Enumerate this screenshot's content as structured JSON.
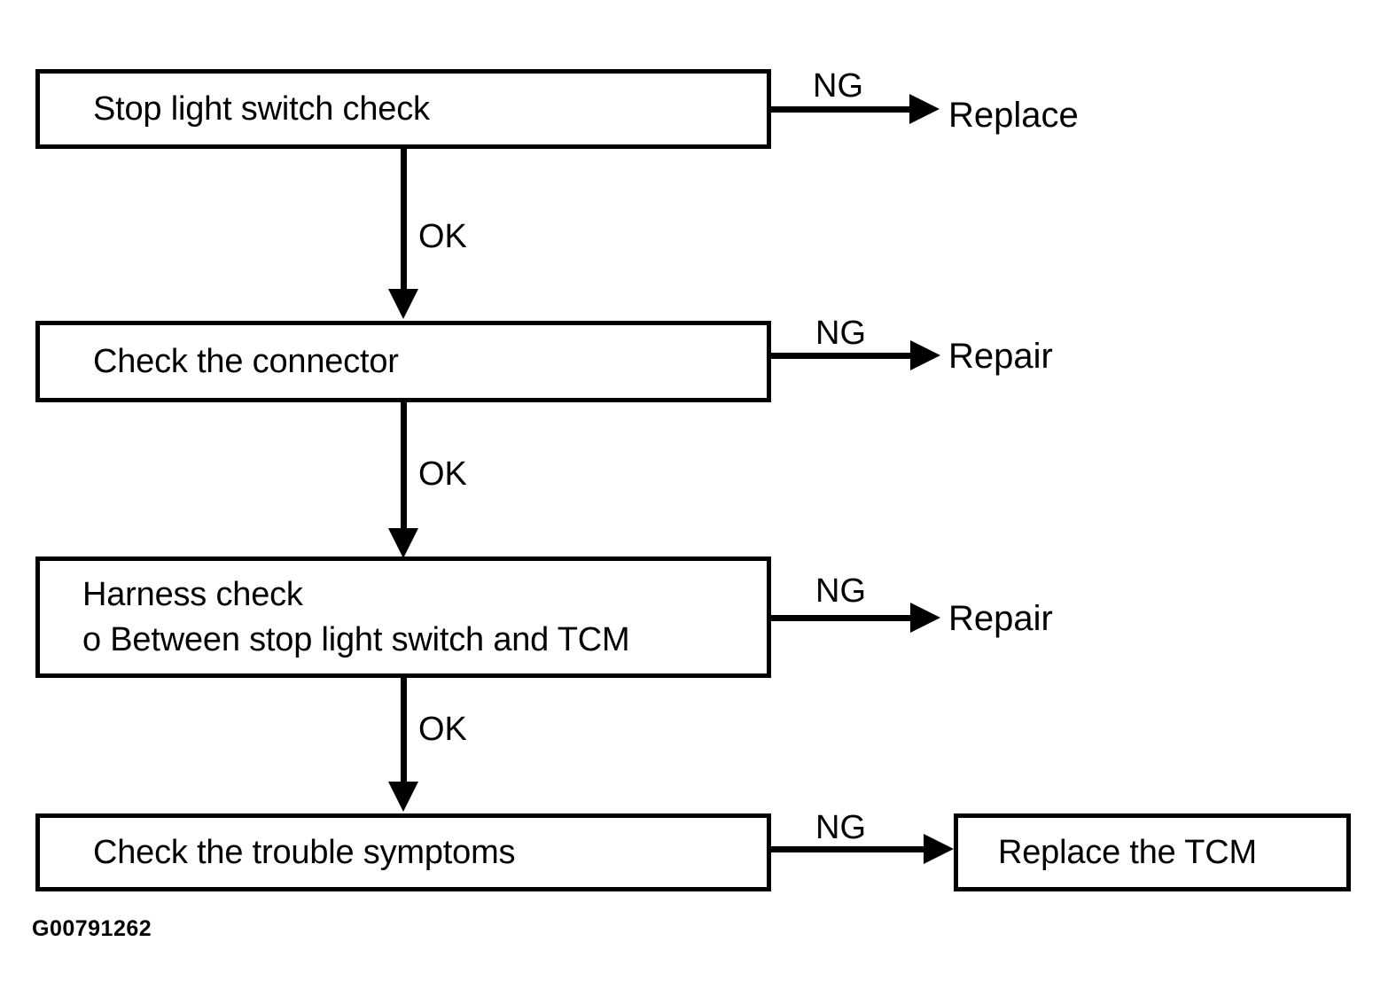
{
  "figure": {
    "id_code": "G00791262",
    "type": "troubleshooting-flowchart"
  },
  "nodes": [
    {
      "key": "stop_light_switch_check",
      "label": "Stop light switch check"
    },
    {
      "key": "check_the_connector",
      "label": "Check the connector"
    },
    {
      "key": "harness_check_title",
      "label": "Harness check"
    },
    {
      "key": "harness_check_detail",
      "label": "o Between stop light switch and TCM"
    },
    {
      "key": "check_trouble_symptoms",
      "label": "Check the trouble symptoms"
    },
    {
      "key": "replace_the_tcm",
      "label": "Replace the TCM"
    }
  ],
  "branch_labels": {
    "ng_1": "NG",
    "ng_2": "NG",
    "ng_3": "NG",
    "ng_4": "NG",
    "ok_1": "OK",
    "ok_2": "OK",
    "ok_3": "OK"
  },
  "outcomes": {
    "replace_1": "Replace",
    "repair_2": "Repair",
    "repair_3": "Repair"
  },
  "colors": {
    "stroke": "#000000",
    "background": "#ffffff",
    "text": "#000000"
  }
}
